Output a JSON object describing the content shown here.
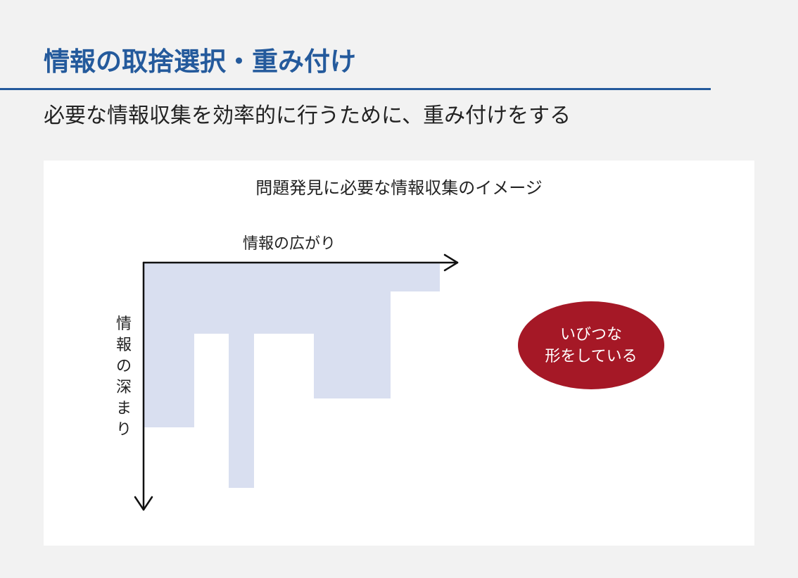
{
  "header": {
    "title": "情報の取捨選択・重み付け",
    "subtitle": "必要な情報収集を効率的に行うために、重み付けをする"
  },
  "diagram": {
    "title": "問題発見に必要な情報収集のイメージ",
    "x_axis_label": "情報の広がり",
    "y_axis_label": "情報の深まり",
    "callout_lines": [
      "いびつな",
      "形をしている"
    ]
  },
  "colors": {
    "title_blue": "#245a9c",
    "shape_fill": "#d9dff0",
    "callout_red": "#a51826",
    "panel_white": "#ffffff",
    "page_gray": "#f2f2f2"
  }
}
